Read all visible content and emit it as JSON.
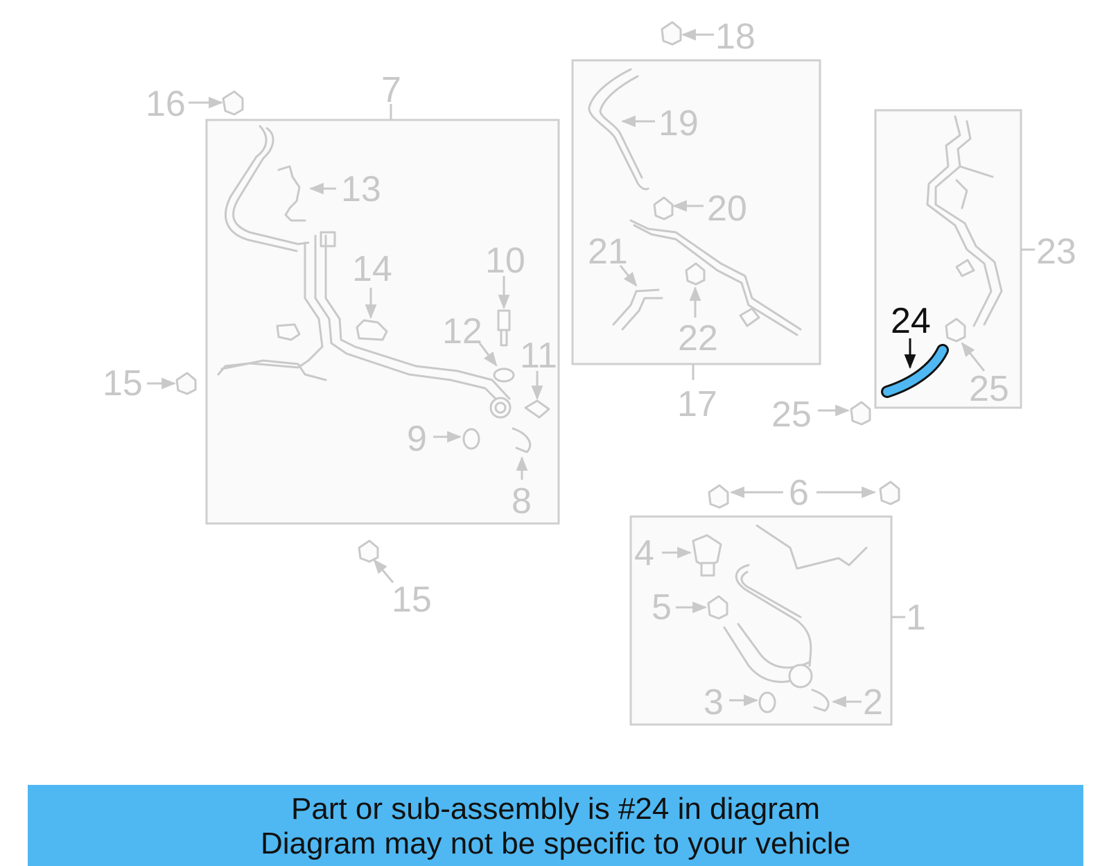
{
  "banner": {
    "line1": "Part or sub-assembly is #24 in diagram",
    "line2": "Diagram may not be specific to your vehicle"
  },
  "highlight_color": "#4fb8f2",
  "highlighted_part": "24",
  "callouts": {
    "c1": "1",
    "c2": "2",
    "c3": "3",
    "c4": "4",
    "c5": "5",
    "c6": "6",
    "c7": "7",
    "c8": "8",
    "c9": "9",
    "c10": "10",
    "c11": "11",
    "c12": "12",
    "c13": "13",
    "c14": "14",
    "c15a": "15",
    "c15b": "15",
    "c16": "16",
    "c17": "17",
    "c18": "18",
    "c19": "19",
    "c20": "20",
    "c21": "21",
    "c22": "22",
    "c23": "23",
    "c24": "24",
    "c25a": "25",
    "c25b": "25"
  }
}
